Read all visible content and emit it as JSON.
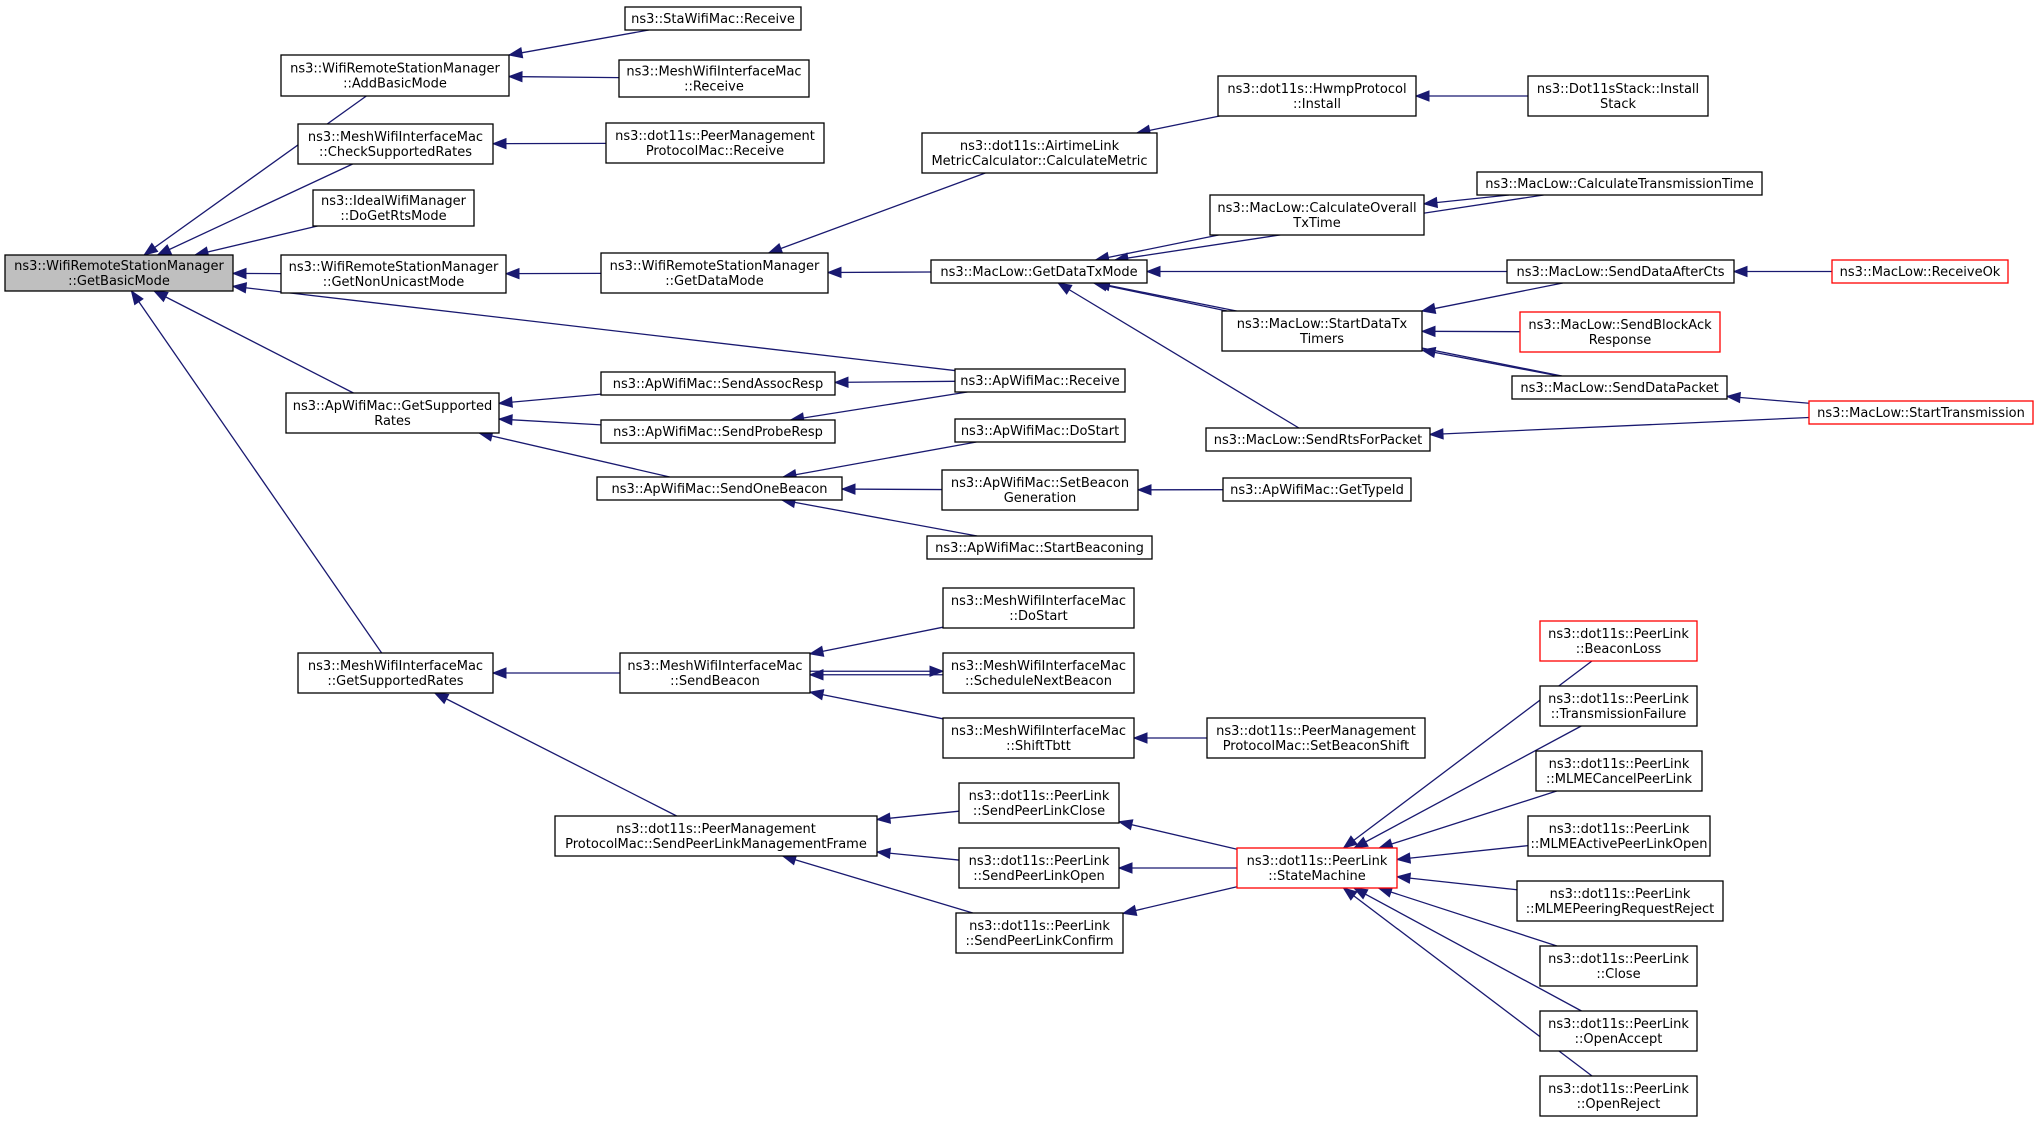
{
  "colors": {
    "edge": "#191970",
    "root_fill": "#bfbfbf",
    "border": "#000000",
    "truncated_border": "#ff0000"
  },
  "nodes": {
    "root": [
      "ns3::WifiRemoteStationManager",
      "::GetBasicMode"
    ],
    "addBasicMode": [
      "ns3::WifiRemoteStationManager",
      "::AddBasicMode"
    ],
    "staReceive": [
      "ns3::StaWifiMac::Receive"
    ],
    "meshReceive": [
      "ns3::MeshWifiInterfaceMac",
      "::Receive"
    ],
    "checkSupported": [
      "ns3::MeshWifiInterfaceMac",
      "::CheckSupportedRates"
    ],
    "pmpReceive": [
      "ns3::dot11s::PeerManagement",
      "ProtocolMac::Receive"
    ],
    "idealRts": [
      "ns3::IdealWifiManager",
      "::DoGetRtsMode"
    ],
    "nonUnicast": [
      "ns3::WifiRemoteStationManager",
      "::GetNonUnicastMode"
    ],
    "getDataMode": [
      "ns3::WifiRemoteStationManager",
      "::GetDataMode"
    ],
    "airtime": [
      "ns3::dot11s::AirtimeLink",
      "MetricCalculator::CalculateMetric"
    ],
    "hwmpInstall": [
      "ns3::dot11s::HwmpProtocol",
      "::Install"
    ],
    "stackInstall": [
      "ns3::Dot11sStack::Install",
      "Stack"
    ],
    "getDataTxMode": [
      "ns3::MacLow::GetDataTxMode"
    ],
    "calcOverall": [
      "ns3::MacLow::CalculateOverall",
      "TxTime"
    ],
    "calcTrans": [
      "ns3::MacLow::CalculateTransmissionTime"
    ],
    "sendAfterCts": [
      "ns3::MacLow::SendDataAfterCts"
    ],
    "receiveOk": [
      "ns3::MacLow::ReceiveOk"
    ],
    "startDataTx": [
      "ns3::MacLow::StartDataTx",
      "Timers"
    ],
    "sendBlockAck": [
      "ns3::MacLow::SendBlockAck",
      "Response"
    ],
    "sendDataPacket": [
      "ns3::MacLow::SendDataPacket"
    ],
    "startTransmission": [
      "ns3::MacLow::StartTransmission"
    ],
    "sendRts": [
      "ns3::MacLow::SendRtsForPacket"
    ],
    "apGetSupported": [
      "ns3::ApWifiMac::GetSupported",
      "Rates"
    ],
    "assocResp": [
      "ns3::ApWifiMac::SendAssocResp"
    ],
    "apReceive": [
      "ns3::ApWifiMac::Receive"
    ],
    "probeResp": [
      "ns3::ApWifiMac::SendProbeResp"
    ],
    "sendOneBeacon": [
      "ns3::ApWifiMac::SendOneBeacon"
    ],
    "apDoStart": [
      "ns3::ApWifiMac::DoStart"
    ],
    "setBeaconGen": [
      "ns3::ApWifiMac::SetBeacon",
      "Generation"
    ],
    "getTypeId": [
      "ns3::ApWifiMac::GetTypeId"
    ],
    "startBeaconing": [
      "ns3::ApWifiMac::StartBeaconing"
    ],
    "meshGetSupported": [
      "ns3::MeshWifiInterfaceMac",
      "::GetSupportedRates"
    ],
    "meshSendBeacon": [
      "ns3::MeshWifiInterfaceMac",
      "::SendBeacon"
    ],
    "meshDoStart": [
      "ns3::MeshWifiInterfaceMac",
      "::DoStart"
    ],
    "scheduleNext": [
      "ns3::MeshWifiInterfaceMac",
      "::ScheduleNextBeacon"
    ],
    "shiftTbtt": [
      "ns3::MeshWifiInterfaceMac",
      "::ShiftTbtt"
    ],
    "setBeaconShift": [
      "ns3::dot11s::PeerManagement",
      "ProtocolMac::SetBeaconShift"
    ],
    "sendPeerLinkMgmt": [
      "ns3::dot11s::PeerManagement",
      "ProtocolMac::SendPeerLinkManagementFrame"
    ],
    "sendClose": [
      "ns3::dot11s::PeerLink",
      "::SendPeerLinkClose"
    ],
    "sendOpen": [
      "ns3::dot11s::PeerLink",
      "::SendPeerLinkOpen"
    ],
    "sendConfirm": [
      "ns3::dot11s::PeerLink",
      "::SendPeerLinkConfirm"
    ],
    "stateMachine": [
      "ns3::dot11s::PeerLink",
      "::StateMachine"
    ],
    "beaconLoss": [
      "ns3::dot11s::PeerLink",
      "::BeaconLoss"
    ],
    "transFailure": [
      "ns3::dot11s::PeerLink",
      "::TransmissionFailure"
    ],
    "mlmeCancel": [
      "ns3::dot11s::PeerLink",
      "::MLMECancelPeerLink"
    ],
    "mlmeActive": [
      "ns3::dot11s::PeerLink",
      "::MLMEActivePeerLinkOpen"
    ],
    "mlmePeering": [
      "ns3::dot11s::PeerLink",
      "::MLMEPeeringRequestReject"
    ],
    "plClose": [
      "ns3::dot11s::PeerLink",
      "::Close"
    ],
    "plOpenAccept": [
      "ns3::dot11s::PeerLink",
      "::OpenAccept"
    ],
    "plOpenReject": [
      "ns3::dot11s::PeerLink",
      "::OpenReject"
    ]
  },
  "truncated_nodes": [
    "receiveOk",
    "sendBlockAck",
    "startTransmission",
    "stateMachine",
    "beaconLoss"
  ],
  "edges": [
    [
      "addBasicMode",
      "root"
    ],
    [
      "checkSupported",
      "root"
    ],
    [
      "idealRts",
      "root"
    ],
    [
      "nonUnicast",
      "root"
    ],
    [
      "apReceive",
      "root"
    ],
    [
      "apGetSupported",
      "root"
    ],
    [
      "meshGetSupported",
      "root"
    ],
    [
      "staReceive",
      "addBasicMode"
    ],
    [
      "meshReceive",
      "addBasicMode"
    ],
    [
      "pmpReceive",
      "checkSupported"
    ],
    [
      "getDataMode",
      "nonUnicast"
    ],
    [
      "airtime",
      "getDataMode"
    ],
    [
      "getDataTxMode",
      "getDataMode"
    ],
    [
      "hwmpInstall",
      "airtime"
    ],
    [
      "stackInstall",
      "hwmpInstall"
    ],
    [
      "calcTrans",
      "getDataTxMode"
    ],
    [
      "calcOverall",
      "getDataTxMode"
    ],
    [
      "sendAfterCts",
      "getDataTxMode"
    ],
    [
      "startDataTx",
      "getDataTxMode"
    ],
    [
      "sendDataPacket",
      "getDataTxMode"
    ],
    [
      "sendRts",
      "getDataTxMode"
    ],
    [
      "calcTrans",
      "calcOverall"
    ],
    [
      "sendAfterCts",
      "startDataTx"
    ],
    [
      "sendBlockAck",
      "startDataTx"
    ],
    [
      "sendDataPacket",
      "startDataTx"
    ],
    [
      "receiveOk",
      "sendAfterCts"
    ],
    [
      "startTransmission",
      "sendDataPacket"
    ],
    [
      "startTransmission",
      "sendRts"
    ],
    [
      "assocResp",
      "apGetSupported"
    ],
    [
      "probeResp",
      "apGetSupported"
    ],
    [
      "sendOneBeacon",
      "apGetSupported"
    ],
    [
      "apReceive",
      "assocResp"
    ],
    [
      "apReceive",
      "probeResp"
    ],
    [
      "apDoStart",
      "sendOneBeacon"
    ],
    [
      "setBeaconGen",
      "sendOneBeacon"
    ],
    [
      "startBeaconing",
      "sendOneBeacon"
    ],
    [
      "getTypeId",
      "setBeaconGen"
    ],
    [
      "meshSendBeacon",
      "meshGetSupported"
    ],
    [
      "sendPeerLinkMgmt",
      "meshGetSupported"
    ],
    [
      "meshDoStart",
      "meshSendBeacon"
    ],
    [
      "scheduleNext",
      "meshSendBeacon"
    ],
    [
      "shiftTbtt",
      "meshSendBeacon"
    ],
    [
      "meshSendBeacon",
      "scheduleNext"
    ],
    [
      "setBeaconShift",
      "shiftTbtt"
    ],
    [
      "sendClose",
      "sendPeerLinkMgmt"
    ],
    [
      "sendOpen",
      "sendPeerLinkMgmt"
    ],
    [
      "sendConfirm",
      "sendPeerLinkMgmt"
    ],
    [
      "stateMachine",
      "sendClose"
    ],
    [
      "stateMachine",
      "sendOpen"
    ],
    [
      "stateMachine",
      "sendConfirm"
    ],
    [
      "beaconLoss",
      "stateMachine"
    ],
    [
      "transFailure",
      "stateMachine"
    ],
    [
      "mlmeCancel",
      "stateMachine"
    ],
    [
      "mlmeActive",
      "stateMachine"
    ],
    [
      "mlmePeering",
      "stateMachine"
    ],
    [
      "plClose",
      "stateMachine"
    ],
    [
      "plOpenAccept",
      "stateMachine"
    ],
    [
      "plOpenReject",
      "stateMachine"
    ]
  ]
}
